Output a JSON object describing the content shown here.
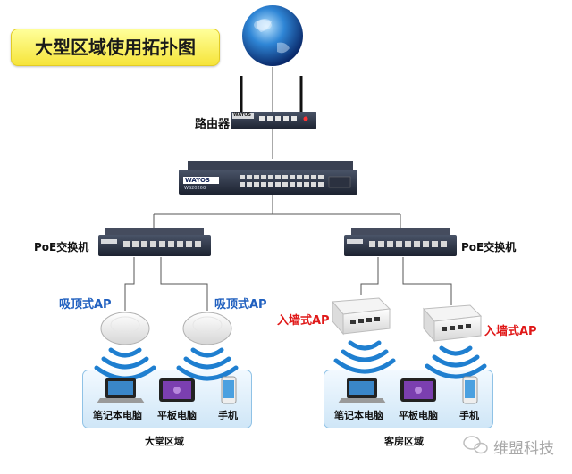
{
  "title": "大型区域使用拓扑图",
  "router_label": "路由器",
  "core_switch_brand": "WAYOS",
  "core_switch_model": "WS2026G",
  "router_brand": "WAYOS",
  "poe_switch_left": "PoE交换机",
  "poe_switch_right": "PoE交换机",
  "ceiling_ap_left": "吸顶式AP",
  "ceiling_ap_right": "吸顶式AP",
  "wall_ap_left": "入墙式AP",
  "wall_ap_right": "入墙式AP",
  "lobby_zone": {
    "name": "大堂区域",
    "devices": [
      "笔记本电脑",
      "平板电脑",
      "手机"
    ]
  },
  "guest_zone": {
    "name": "客房区域",
    "devices": [
      "笔记本电脑",
      "平板电脑",
      "手机"
    ]
  },
  "watermark": "维盟科技",
  "colors": {
    "ceiling_ap_text": "#1f5fbf",
    "wall_ap_text": "#e01818",
    "wifi": "#1f7fd0",
    "title_bg": "#f6e43a",
    "lines": "#555555"
  },
  "icons": [
    "globe-icon",
    "router-icon",
    "switch-icon",
    "ceiling-ap-icon",
    "wall-ap-icon",
    "wifi-icon",
    "laptop-icon",
    "tablet-icon",
    "phone-icon",
    "wechat-icon"
  ]
}
